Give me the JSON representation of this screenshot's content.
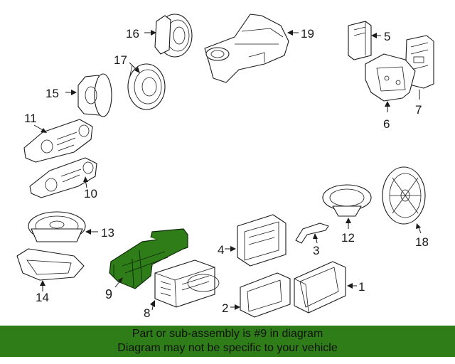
{
  "callouts": {
    "c1": "1",
    "c2": "2",
    "c3": "3",
    "c4": "4",
    "c5": "5",
    "c6": "6",
    "c7": "7",
    "c8": "8",
    "c9": "9",
    "c10": "10",
    "c11": "11",
    "c12": "12",
    "c13": "13",
    "c14": "14",
    "c15": "15",
    "c16": "16",
    "c17": "17",
    "c18": "18",
    "c19": "19"
  },
  "highlight_color": "#2e7d18",
  "banner": {
    "line1": "Part or sub-assembly is #9 in diagram",
    "line2": "Diagram may not be specific to your vehicle"
  }
}
